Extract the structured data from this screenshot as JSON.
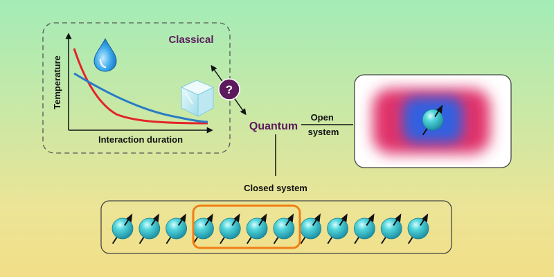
{
  "labels": {
    "classical": "Classical",
    "quantum": "Quantum",
    "open_system": "Open\nsystem",
    "closed_system": "Closed system",
    "question_mark": "?",
    "y_axis": "Temperature",
    "x_axis": "Interaction duration"
  },
  "icons": {
    "droplet": "water-droplet-icon",
    "ice": "ice-cube-icon",
    "spin": "spin-particle-icon"
  },
  "colors": {
    "classical_text": "#5c1a5c",
    "quantum_text": "#5c1a5c",
    "question_circle": "#5c1a5c",
    "curve_red": "#e3242b",
    "curve_blue": "#2a7bc6",
    "spin_ball": "#35c6cc",
    "chain_highlight": "#f07f16",
    "open_field_outer": "#e0306a",
    "open_field_inner": "#3060e0"
  },
  "closed_chain": {
    "spin_count": 12,
    "highlighted_spins": [
      4,
      5,
      6,
      7
    ]
  },
  "chart_data": {
    "type": "line",
    "xlabel": "Interaction duration",
    "ylabel": "Temperature",
    "grid": false,
    "series": [
      {
        "color": "#e3242b",
        "shape": "fast exponential decay",
        "values": []
      },
      {
        "color": "#2a7bc6",
        "shape": "slow exponential decay",
        "values": []
      }
    ]
  }
}
